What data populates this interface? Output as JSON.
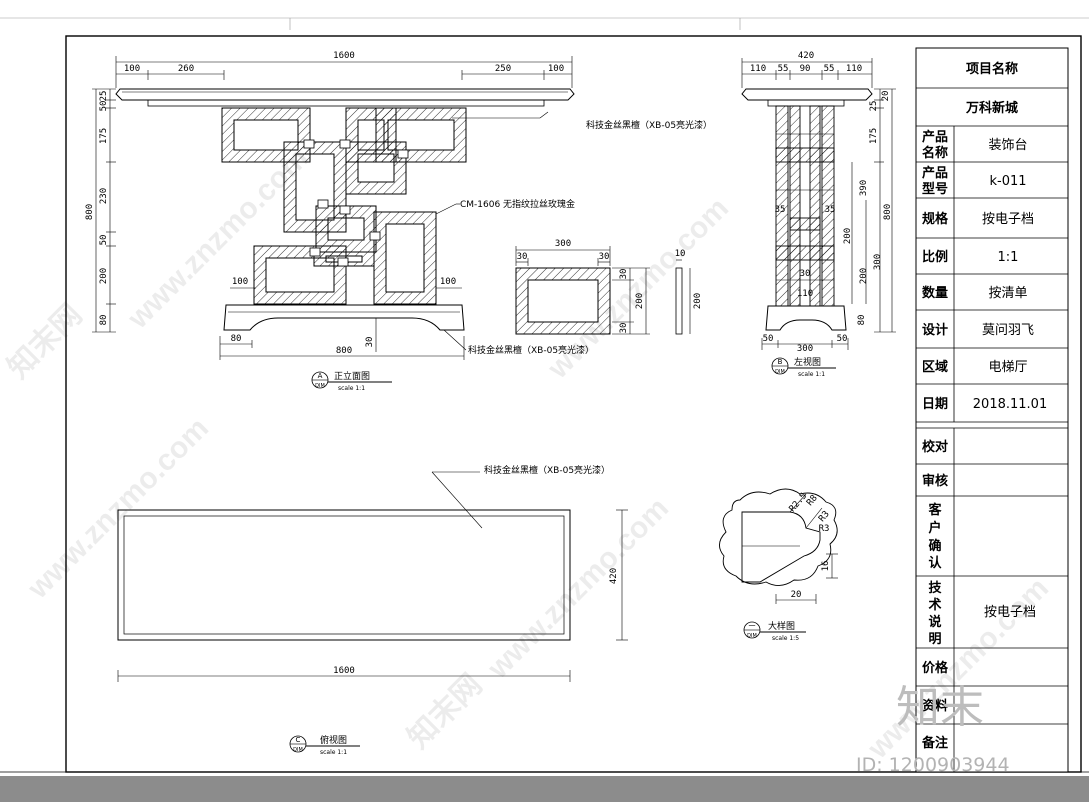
{
  "title_block": {
    "project_label": "项目名称",
    "project_value": "万科新城",
    "rows": [
      {
        "label": "产品名称",
        "value": "装饰台"
      },
      {
        "label": "产品型号",
        "value": "k-011"
      },
      {
        "label": "规格",
        "value": "按电子档"
      },
      {
        "label": "比例",
        "value": "1:1"
      },
      {
        "label": "数量",
        "value": "按清单"
      },
      {
        "label": "设计",
        "value": "莫问羽飞"
      },
      {
        "label": "区域",
        "value": "电梯厅"
      },
      {
        "label": "日期",
        "value": "2018.11.01"
      },
      {
        "label": "校对",
        "value": ""
      },
      {
        "label": "审核",
        "value": ""
      },
      {
        "label": "客户确认",
        "value": ""
      },
      {
        "label": "技术说明",
        "value": "按电子档"
      },
      {
        "label": "价格",
        "value": ""
      },
      {
        "label": "资料",
        "value": ""
      },
      {
        "label": "备注",
        "value": ""
      }
    ]
  },
  "views": {
    "front": {
      "marker": "A",
      "sub": "DIM",
      "title": "正立面图",
      "scale": "scale 1:1",
      "dims_top": [
        "1600",
        "100",
        "260",
        "250",
        "100"
      ],
      "dims_left": [
        "25",
        "50",
        "175",
        "230",
        "50",
        "200",
        "80",
        "800"
      ],
      "dims_bottom": [
        "80",
        "800",
        "30"
      ],
      "dims_side": [
        "100",
        "100"
      ],
      "note_top": "科技金丝黑檀（XB-05亮光漆）",
      "note_mid": "CM-1606 无指纹拉丝玫瑰金",
      "note_bottom": "科技金丝黑檀（XB-05亮光漆）"
    },
    "section": {
      "width": "300",
      "left": "30",
      "right": "30",
      "top": "30",
      "bottom": "30",
      "height": "200",
      "bar_width": "10",
      "bar_height": "200"
    },
    "side": {
      "marker": "B",
      "sub": "DIM",
      "title": "左视图",
      "scale": "scale 1:1",
      "dims_top": [
        "420",
        "110",
        "55",
        "90",
        "55",
        "110"
      ],
      "dims_right": [
        "20",
        "25",
        "175",
        "800"
      ],
      "dims_inner": [
        "35",
        "35",
        "390",
        "200",
        "300",
        "200",
        "110",
        "30",
        "80"
      ],
      "dims_bottom": [
        "50",
        "300",
        "50"
      ]
    },
    "top": {
      "marker": "C",
      "sub": "DIM",
      "title": "俯视图",
      "scale": "scale 1:1",
      "width": "1600",
      "depth": "420",
      "note": "科技金丝黑檀（XB-05亮光漆）"
    },
    "detail": {
      "marker": "一",
      "sub": "DIM",
      "title": "大样图",
      "scale": "scale 1:5",
      "dims": [
        "R2.5",
        "R8",
        "R3",
        "R3",
        "16",
        "20"
      ]
    }
  },
  "watermarks": {
    "logo": "知末",
    "id": "ID: 1200903944",
    "repeat": "www.znzmo.com",
    "brand": "知末网"
  }
}
